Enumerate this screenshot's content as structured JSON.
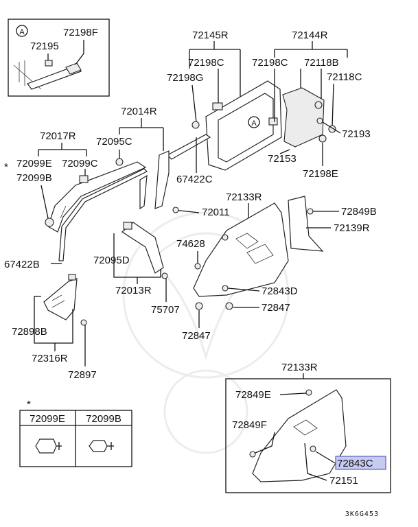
{
  "labels": {
    "p72198F": "72198F",
    "p72195": "72195",
    "circleA_inset": "A",
    "p72145R": "72145R",
    "p72144R": "72144R",
    "p72198C_a": "72198C",
    "p72198C_b": "72198C",
    "p72118B": "72118B",
    "p72118C": "72118C",
    "p72198G": "72198G",
    "circleA_main": "A",
    "p72193": "72193",
    "p72153": "72153",
    "p72198E": "72198E",
    "p72014R": "72014R",
    "p72017R": "72017R",
    "p72095C": "72095C",
    "p72099E": "72099E",
    "p72099C": "72099C",
    "asterisk": "*",
    "p72099B": "72099B",
    "p67422C": "67422C",
    "p72011": "72011",
    "p72133R_a": "72133R",
    "p72849B": "72849B",
    "p72139R": "72139R",
    "p74628": "74628",
    "p67422B": "67422B",
    "p72095D": "72095D",
    "p72013R": "72013R",
    "p72843D": "72843D",
    "p75707": "75707",
    "p72847_a": "72847",
    "p72847_b": "72847",
    "p72898B": "72898B",
    "p72316R": "72316R",
    "p72897": "72897",
    "p72133R_b": "72133R",
    "p72849E": "72849E",
    "p72849F": "72849F",
    "p72843C": "72843C",
    "p72151": "72151",
    "legend_asterisk": "*",
    "legend_col1": "72099E",
    "legend_col2": "72099B",
    "drawing_code": "3K6G453"
  },
  "highlight": {
    "part": "72843C",
    "color": "#c7cbf1"
  }
}
